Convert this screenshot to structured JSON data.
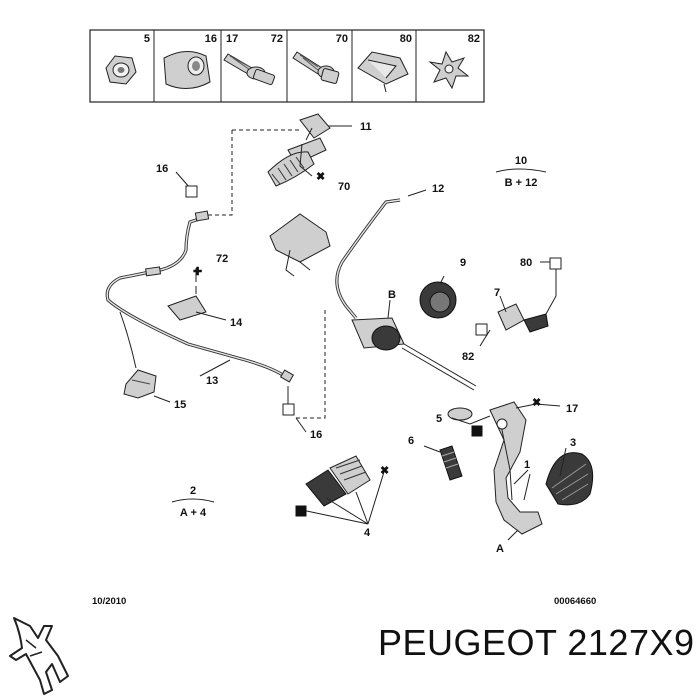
{
  "brand_text": "PEUGEOT 2127X9",
  "footer": {
    "date": "10/2010",
    "ref": "00064660"
  },
  "parts_box": [
    "5",
    "16",
    "17",
    "72",
    "70",
    "80",
    "82"
  ],
  "callouts": {
    "c11": "11",
    "c70": "70",
    "c16a": "16",
    "c12": "12",
    "c72": "72",
    "c14": "14",
    "c9": "9",
    "cB": "B",
    "c80": "80",
    "c7": "7",
    "c82": "82",
    "c13": "13",
    "c15": "15",
    "c16b": "16",
    "c5": "5",
    "c17": "17",
    "c6": "6",
    "c3": "3",
    "c1": "1",
    "cA": "A",
    "c4": "4"
  },
  "fractions": {
    "f10_top": "10",
    "f10_bottom": "B + 12",
    "f2_top": "2",
    "f2_bottom": "A + 4"
  }
}
